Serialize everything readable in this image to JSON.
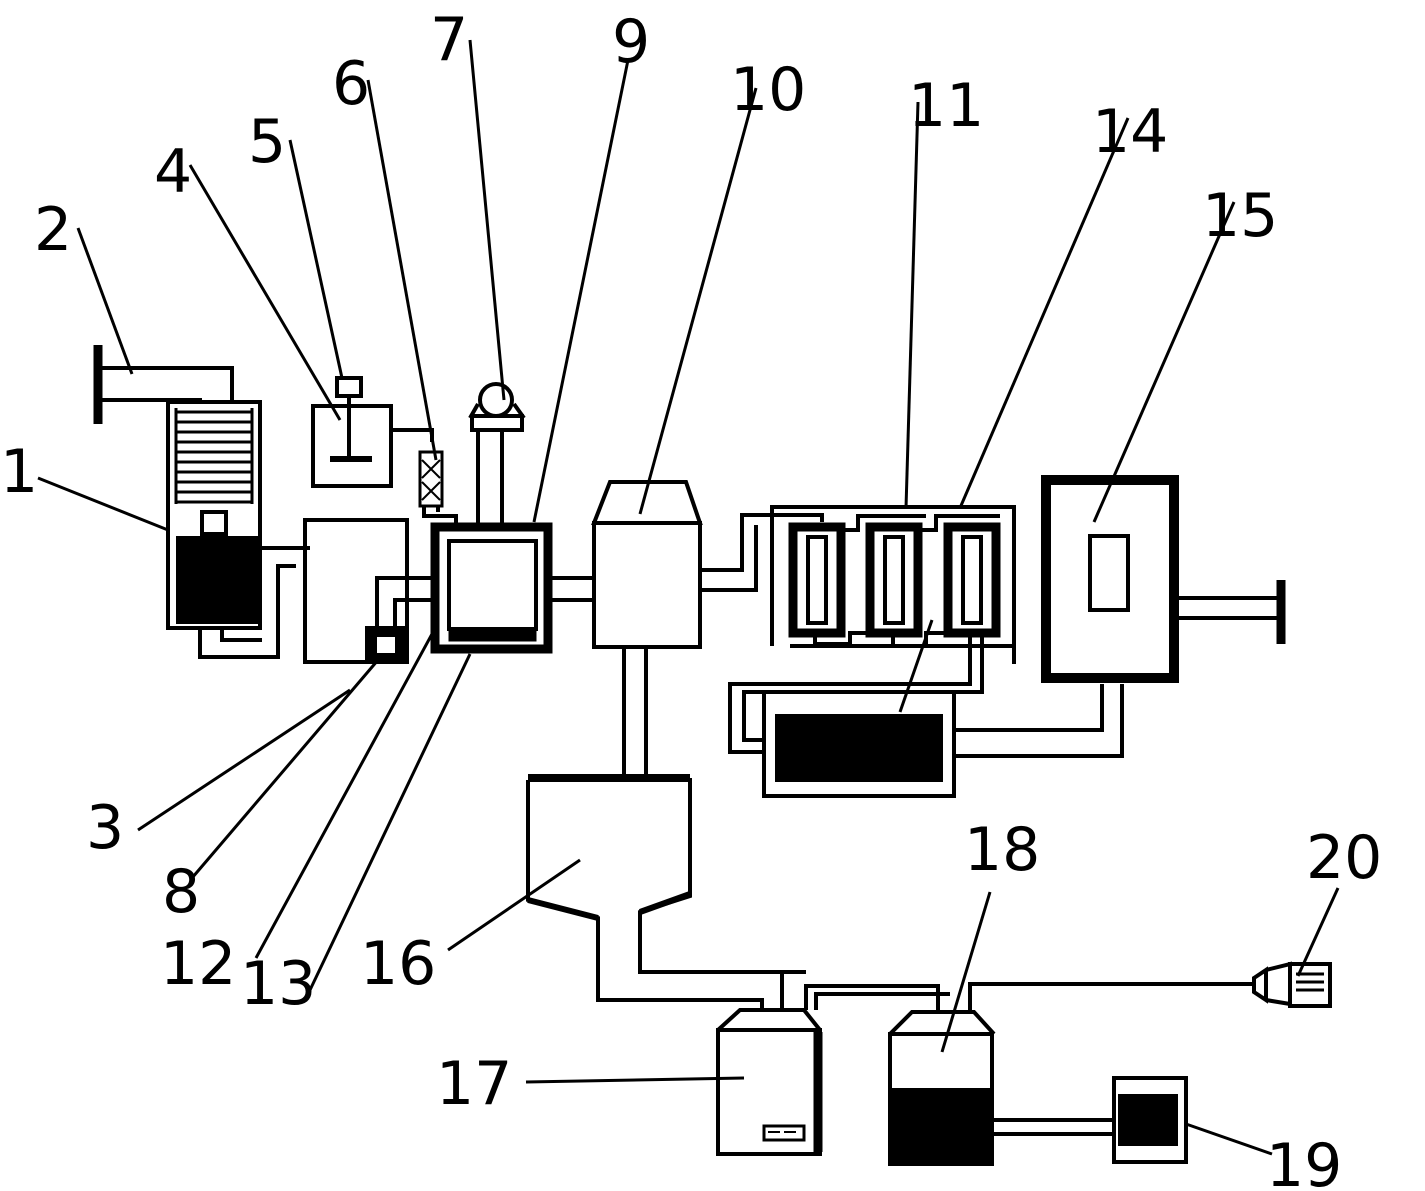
{
  "labels": {
    "l1": "1",
    "l2": "2",
    "l3": "3",
    "l4": "4",
    "l5": "5",
    "l6": "6",
    "l7": "7",
    "l8": "8",
    "l9": "9",
    "l10": "10",
    "l11": "11",
    "l12": "12",
    "l13": "13",
    "l14": "14",
    "l15": "15",
    "l16": "16",
    "l17": "17",
    "l18": "18",
    "l19": "19",
    "l20": "20"
  },
  "colors": {
    "ink": "#000000",
    "paper": "#ffffff"
  }
}
